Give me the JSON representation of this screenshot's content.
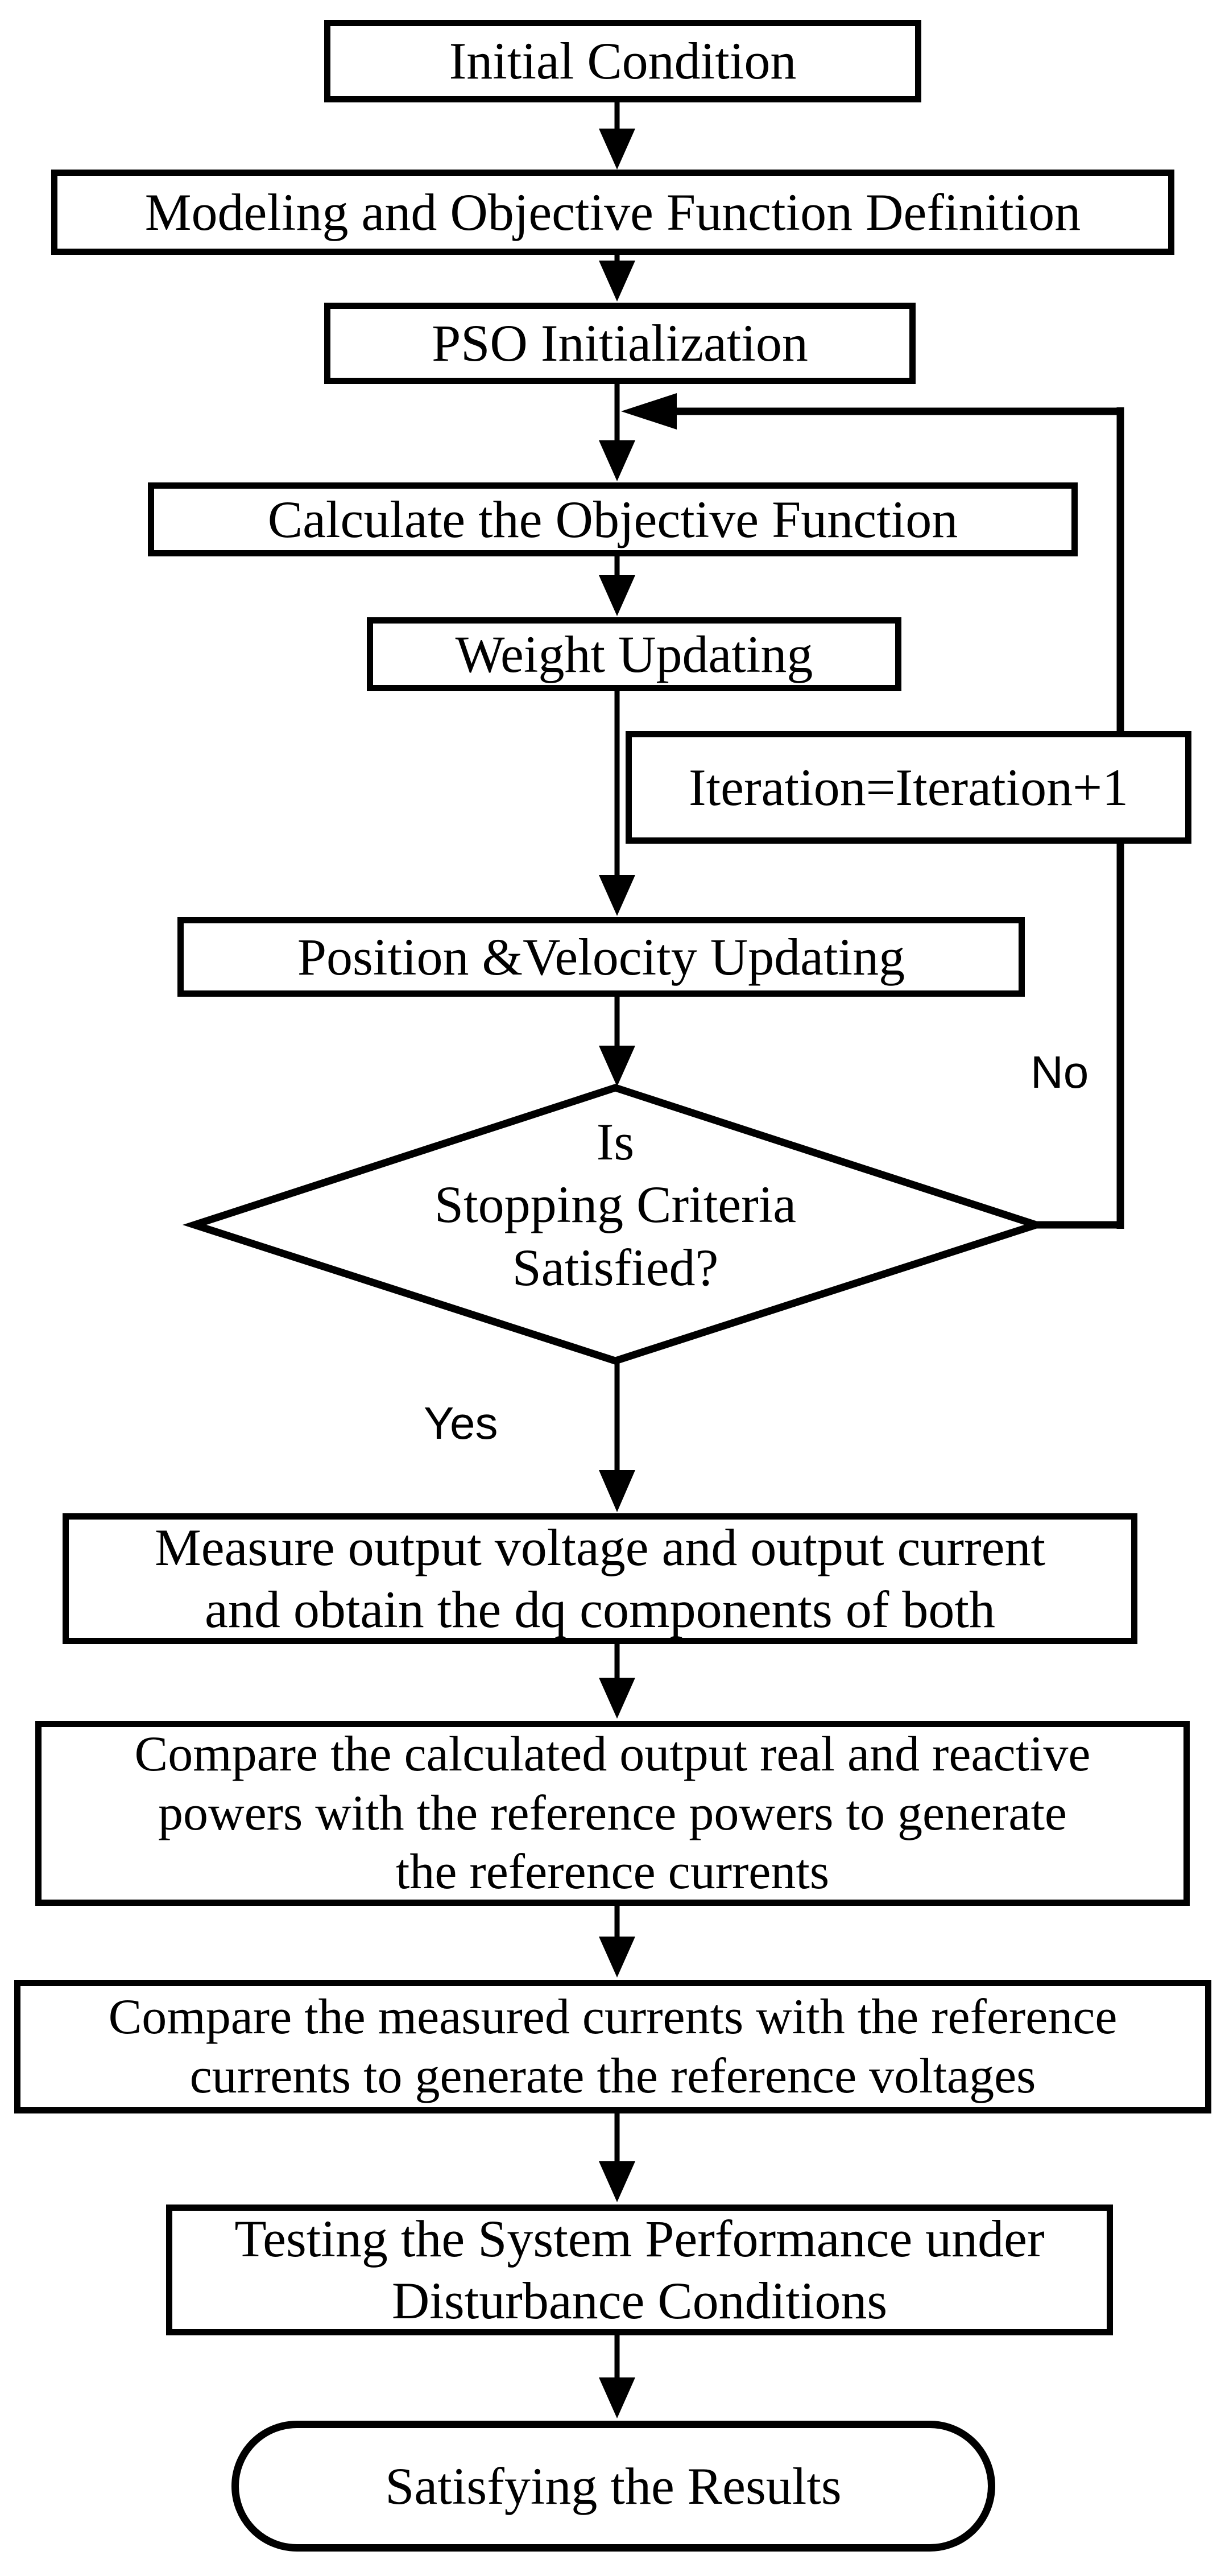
{
  "diagram": {
    "colors": {
      "line": "#000000",
      "background": "#ffffff",
      "text": "#000000"
    },
    "nodes": {
      "initial": {
        "shape": "process",
        "lines": [
          "Initial Condition"
        ]
      },
      "modeling": {
        "shape": "process",
        "lines": [
          "Modeling and Objective Function Definition"
        ]
      },
      "pso_init": {
        "shape": "process",
        "lines": [
          "PSO Initialization"
        ]
      },
      "calc_obj": {
        "shape": "process",
        "lines": [
          "Calculate the Objective Function"
        ]
      },
      "weight": {
        "shape": "process",
        "lines": [
          "Weight Updating"
        ]
      },
      "iteration": {
        "shape": "process",
        "lines": [
          "Iteration=Iteration+1"
        ]
      },
      "pos_vel": {
        "shape": "process",
        "lines": [
          "Position &Velocity Updating"
        ]
      },
      "decision": {
        "shape": "decision",
        "lines": [
          "Is",
          "Stopping Criteria",
          "Satisfied?"
        ]
      },
      "measure": {
        "shape": "process",
        "lines": [
          "Measure output voltage and output current",
          "and obtain the dq components of both"
        ]
      },
      "compare_powers": {
        "shape": "process",
        "lines": [
          "Compare the calculated output real and reactive",
          "powers with the reference powers to generate",
          "the reference currents"
        ]
      },
      "compare_currents": {
        "shape": "process",
        "lines": [
          "Compare the measured currents with the reference",
          "currents to generate the reference voltages"
        ]
      },
      "testing": {
        "shape": "process",
        "lines": [
          "Testing the System Performance under",
          "Disturbance Conditions"
        ]
      },
      "result": {
        "shape": "terminator",
        "lines": [
          "Satisfying the Results"
        ]
      }
    },
    "edge_labels": {
      "yes": "Yes",
      "no": "No"
    }
  }
}
